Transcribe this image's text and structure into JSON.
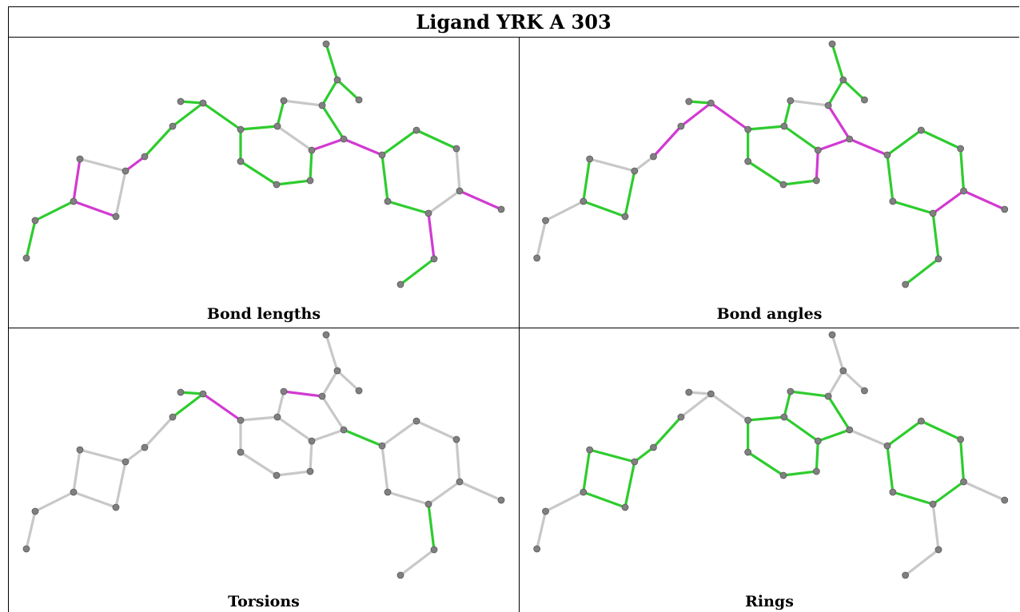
{
  "title": "Ligand YRK A 303",
  "colors": {
    "green": "#2ecc2e",
    "magenta": "#d23ad2",
    "grey": "#c8c8c8",
    "atom": "#808080"
  },
  "panels": [
    {
      "caption": "Bond lengths"
    },
    {
      "caption": "Bond angles"
    },
    {
      "caption": "Torsions"
    },
    {
      "caption": "Rings"
    }
  ]
}
